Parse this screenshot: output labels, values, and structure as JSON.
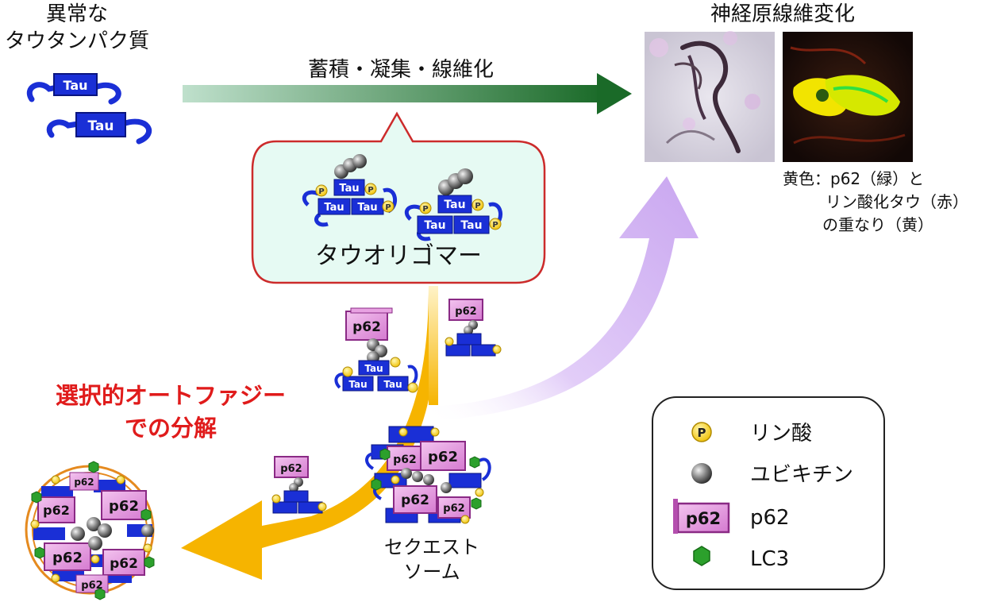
{
  "abnormal_tau": {
    "line1": "異常な",
    "line2": "タウタンパク質",
    "tau_label": "Tau"
  },
  "main_arrow": {
    "label": "蓄積・凝集・線維化"
  },
  "neurofibrillary": {
    "title": "神経原線維変化",
    "caption_line1": "黄色：p62（緑）と",
    "caption_line2": "リン酸化タウ（赤）",
    "caption_line3": "の重なり（黄）"
  },
  "oligomer": {
    "label": "タウオリゴマー",
    "tau_label": "Tau",
    "p_label": "P"
  },
  "p62_label": "p62",
  "selective_autophagy": {
    "line1": "選択的オートファジー",
    "line2": "での分解"
  },
  "sequestosome": {
    "line1": "セクエスト",
    "line2": "ソーム"
  },
  "legend": {
    "items": [
      {
        "icon": "phosphate-icon",
        "label": "リン酸"
      },
      {
        "icon": "ubiquitin-icon",
        "label": "ユビキチン"
      },
      {
        "icon": "p62-icon",
        "label": "p62"
      },
      {
        "icon": "lc3-icon",
        "label": "LC3"
      }
    ]
  },
  "colors": {
    "tau_blue": "#1a2fd6",
    "p62_purple": "#c53bb8",
    "lc3_green": "#2ca02c",
    "phosphate_yellow": "#f5d020",
    "autophagy_orange": "#f6b400",
    "neuro_arrow_purple": "#c9a6f0",
    "main_arrow_green": "#1f6b2a",
    "oligomer_box_fill": "#e6faf3",
    "oligomer_box_border": "#cc2b2b",
    "autophagy_text_red": "#e01b1b"
  }
}
